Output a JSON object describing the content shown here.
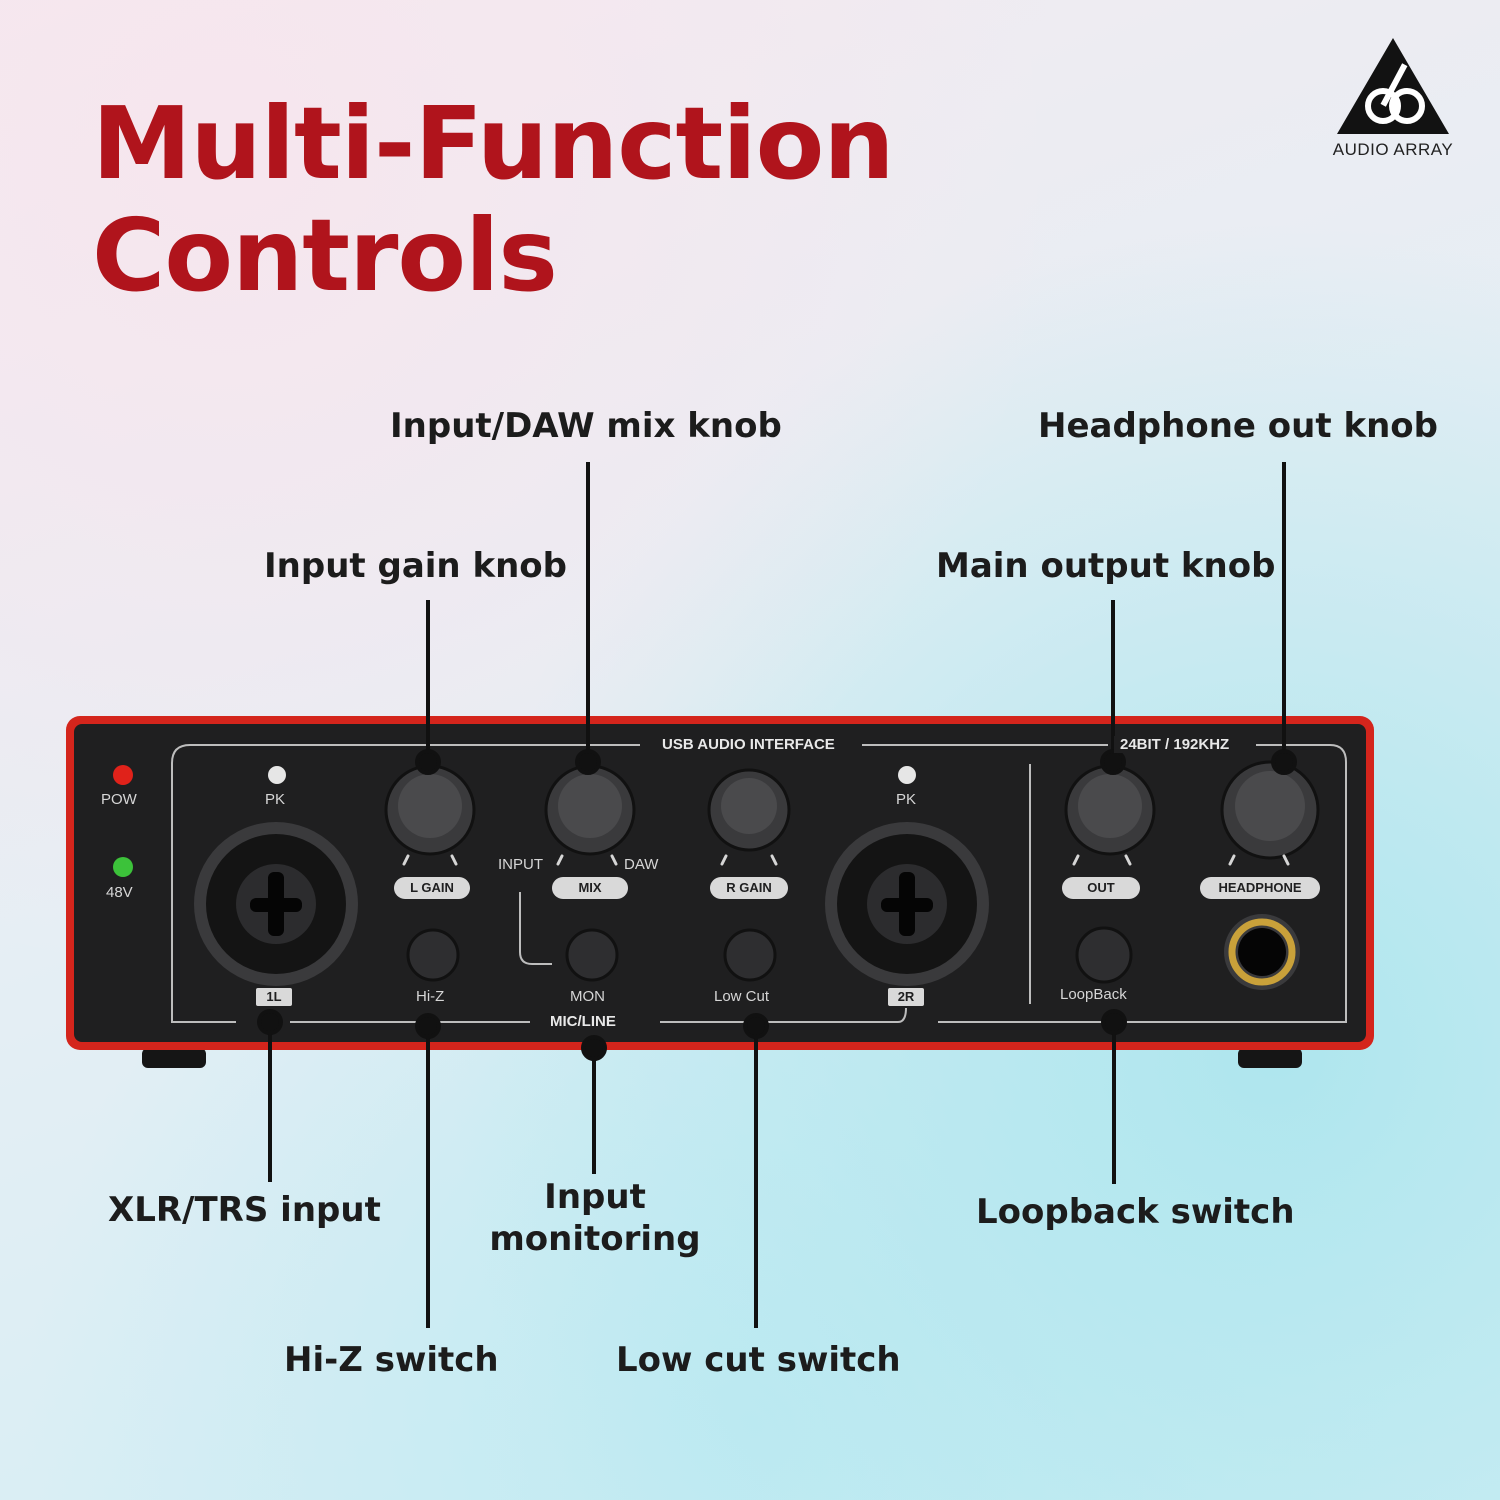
{
  "headline": {
    "line1": "Multi-Function",
    "line2": "Controls"
  },
  "logo": {
    "text": "AUDIO ARRAY"
  },
  "callouts": {
    "daw_mix": "Input/DAW mix knob",
    "headphone": "Headphone out knob",
    "gain": "Input gain knob",
    "main_out": "Main output knob",
    "xlr": "XLR/TRS input",
    "monitoring_line1": "Input",
    "monitoring_line2": "monitoring",
    "loopback": "Loopback switch",
    "hiz": "Hi-Z switch",
    "lowcut": "Low cut switch"
  },
  "device": {
    "pow": "POW",
    "v48": "48V",
    "usb_label": "USB AUDIO INTERFACE",
    "spec_label": "24BIT / 192KHZ",
    "pk_left": "PK",
    "pk_right": "PK",
    "l_gain": "L GAIN",
    "mix": "MIX",
    "r_gain": "R GAIN",
    "out": "OUT",
    "headphone": "HEADPHONE",
    "input": "INPUT",
    "daw": "DAW",
    "hiz": "Hi-Z",
    "mon": "MON",
    "lowcut": "Low Cut",
    "loopback": "LoopBack",
    "ch1": "1L",
    "ch2": "2R",
    "micline": "MIC/LINE"
  },
  "colors": {
    "headline": "#b0141c",
    "chassis": "#d4251c",
    "panel": "#1f1f20",
    "pow_led": "#e0221a",
    "phantom_led": "#3cc23a"
  }
}
